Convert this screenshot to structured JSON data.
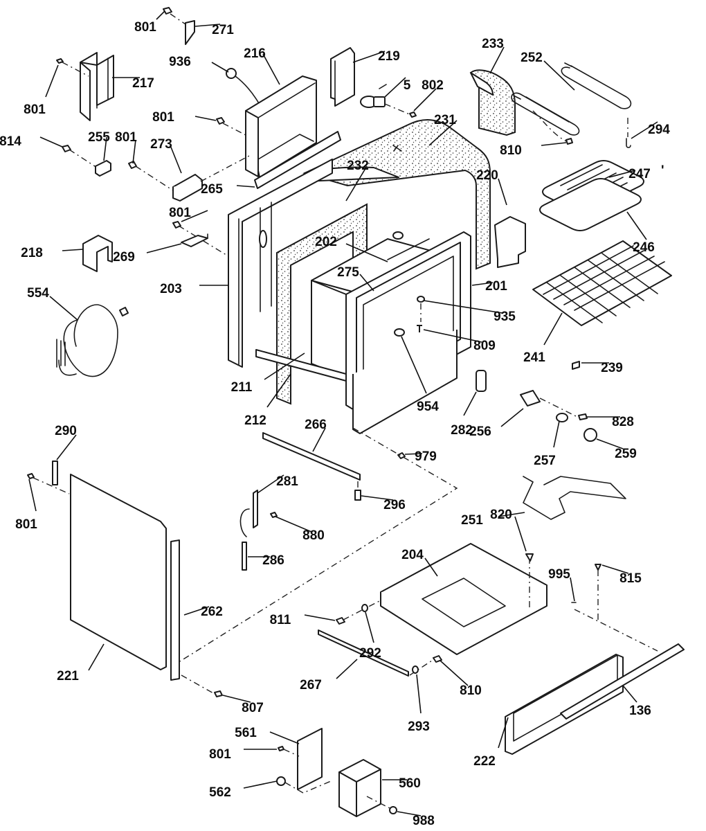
{
  "diagram": {
    "title": "Oven range exploded parts diagram",
    "ink_color": "#1a1a1a",
    "background_color": "#ffffff",
    "callouts": [
      {
        "id": "c801a",
        "part": "801"
      },
      {
        "id": "c271",
        "part": "271"
      },
      {
        "id": "c936",
        "part": "936"
      },
      {
        "id": "c216",
        "part": "216"
      },
      {
        "id": "c219",
        "part": "219"
      },
      {
        "id": "c5",
        "part": "5"
      },
      {
        "id": "c802",
        "part": "802"
      },
      {
        "id": "c233",
        "part": "233"
      },
      {
        "id": "c252",
        "part": "252"
      },
      {
        "id": "c294",
        "part": "294"
      },
      {
        "id": "c810a",
        "part": "810"
      },
      {
        "id": "c801b",
        "part": "801"
      },
      {
        "id": "c217",
        "part": "217"
      },
      {
        "id": "c801c",
        "part": "801"
      },
      {
        "id": "c814",
        "part": "814"
      },
      {
        "id": "c255",
        "part": "255"
      },
      {
        "id": "c801d",
        "part": "801"
      },
      {
        "id": "c273",
        "part": "273"
      },
      {
        "id": "c265",
        "part": "265"
      },
      {
        "id": "c231",
        "part": "231"
      },
      {
        "id": "c232",
        "part": "232"
      },
      {
        "id": "c220",
        "part": "220"
      },
      {
        "id": "c247",
        "part": "247"
      },
      {
        "id": "c246",
        "part": "246"
      },
      {
        "id": "c801e",
        "part": "801"
      },
      {
        "id": "c218",
        "part": "218"
      },
      {
        "id": "c269",
        "part": "269"
      },
      {
        "id": "c203",
        "part": "203"
      },
      {
        "id": "c202",
        "part": "202"
      },
      {
        "id": "c275",
        "part": "275"
      },
      {
        "id": "c201",
        "part": "201"
      },
      {
        "id": "c935",
        "part": "935"
      },
      {
        "id": "c809",
        "part": "809"
      },
      {
        "id": "c241",
        "part": "241"
      },
      {
        "id": "c554",
        "part": "554"
      },
      {
        "id": "c211",
        "part": "211"
      },
      {
        "id": "c212",
        "part": "212"
      },
      {
        "id": "c954",
        "part": "954"
      },
      {
        "id": "c282",
        "part": "282"
      },
      {
        "id": "c239",
        "part": "239"
      },
      {
        "id": "c256",
        "part": "256"
      },
      {
        "id": "c828",
        "part": "828"
      },
      {
        "id": "c257",
        "part": "257"
      },
      {
        "id": "c259",
        "part": "259"
      },
      {
        "id": "c290",
        "part": "290"
      },
      {
        "id": "c266",
        "part": "266"
      },
      {
        "id": "c979",
        "part": "979"
      },
      {
        "id": "c801f",
        "part": "801"
      },
      {
        "id": "c281",
        "part": "281"
      },
      {
        "id": "c296",
        "part": "296"
      },
      {
        "id": "c251",
        "part": "251"
      },
      {
        "id": "c880",
        "part": "880"
      },
      {
        "id": "c286",
        "part": "286"
      },
      {
        "id": "c820",
        "part": "820"
      },
      {
        "id": "c204",
        "part": "204"
      },
      {
        "id": "c995",
        "part": "995"
      },
      {
        "id": "c815",
        "part": "815"
      },
      {
        "id": "c262",
        "part": "262"
      },
      {
        "id": "c811",
        "part": "811"
      },
      {
        "id": "c292",
        "part": "292"
      },
      {
        "id": "c221",
        "part": "221"
      },
      {
        "id": "c267",
        "part": "267"
      },
      {
        "id": "c810b",
        "part": "810"
      },
      {
        "id": "c807",
        "part": "807"
      },
      {
        "id": "c293",
        "part": "293"
      },
      {
        "id": "c136",
        "part": "136"
      },
      {
        "id": "c561",
        "part": "561"
      },
      {
        "id": "c801g",
        "part": "801"
      },
      {
        "id": "c222",
        "part": "222"
      },
      {
        "id": "c560",
        "part": "560"
      },
      {
        "id": "c562",
        "part": "562"
      },
      {
        "id": "c988",
        "part": "988"
      }
    ],
    "stray_mark": "'"
  }
}
